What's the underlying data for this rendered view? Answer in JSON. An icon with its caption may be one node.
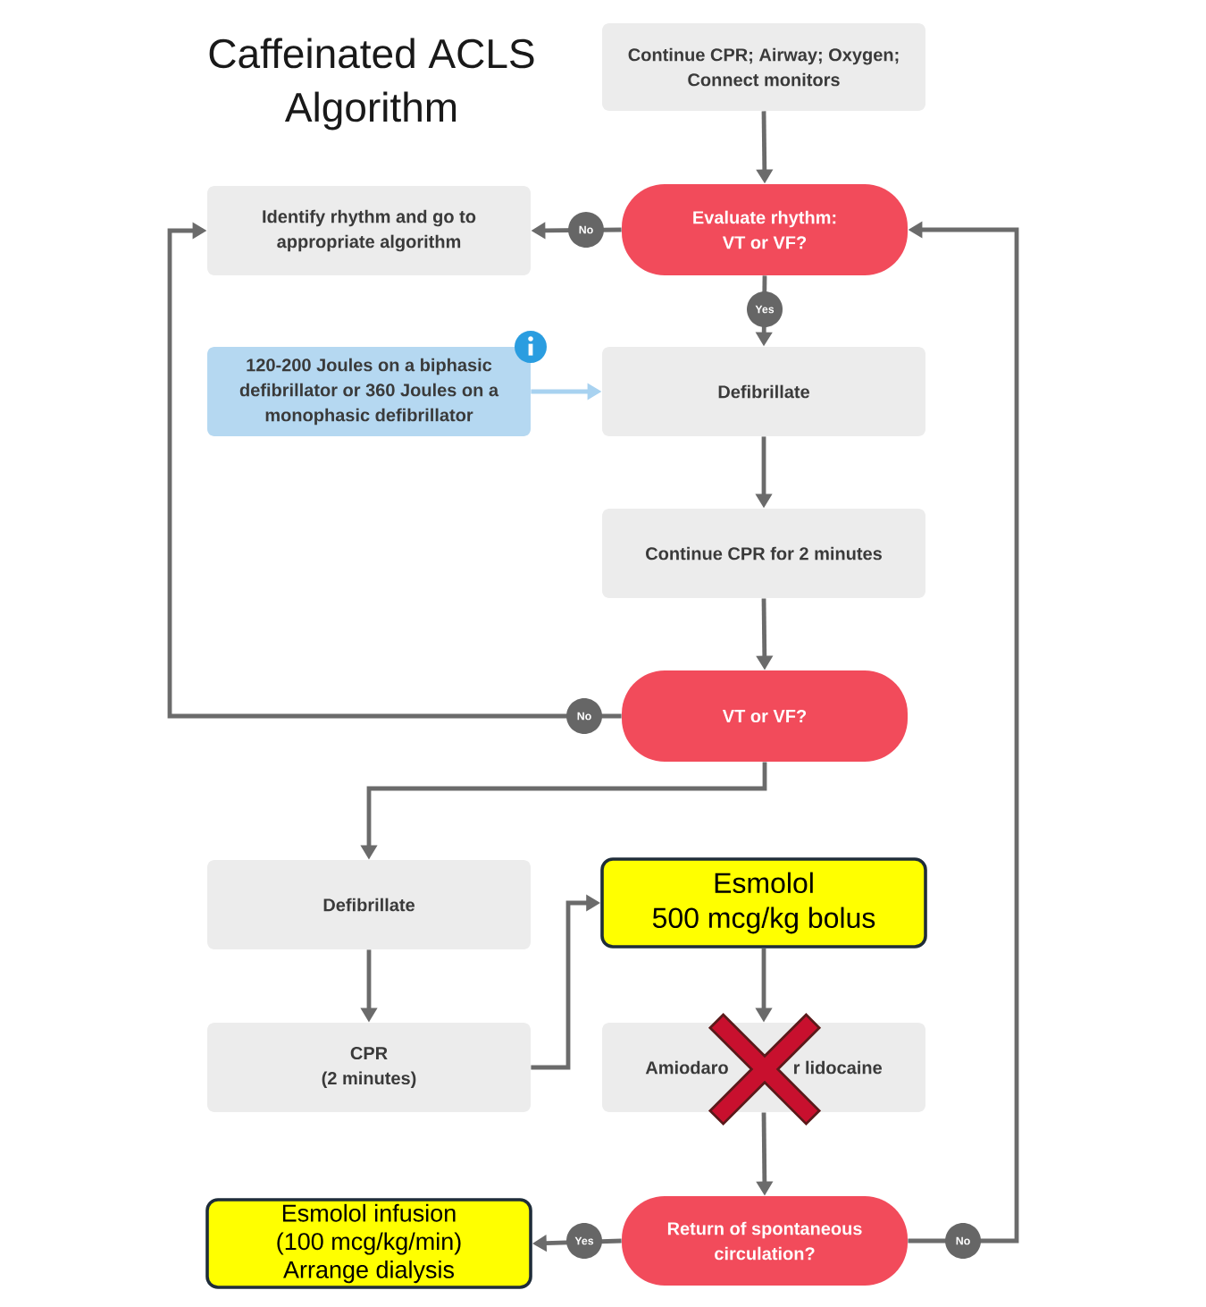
{
  "diagram": {
    "title": "Caffeinated ACLS Algorithm",
    "nodes": [
      {
        "text": [
          "Continue CPR; Airway; Oxygen; Connect monitors"
        ]
      },
      {
        "text": [
          "Identify rhythm and go to appropriate algorithm"
        ]
      },
      {
        "text": [
          "Evaluate rhythm: VT or VF?"
        ]
      },
      {
        "text": [
          "120-200 Joules on a biphasic defibrillator or 360 Joules on a monophasic defibrillator"
        ]
      },
      {
        "text": [
          "Defibrillate"
        ]
      },
      {
        "text": [
          "Continue CPR for 2 minutes"
        ]
      },
      {
        "text": [
          "VT or VF?"
        ]
      },
      {
        "text": [
          "Defibrillate"
        ]
      },
      {
        "text": [
          "Esmolol",
          "500 mcg/kg bolus"
        ]
      },
      {
        "text": [
          "CPR",
          "(2 minutes)"
        ]
      },
      {
        "text": [
          "Amiodaro",
          "r lidocaine"
        ]
      },
      {
        "text": [
          "Esmolol infusion (100 mcg/kg/min) Arrange dialysis"
        ]
      },
      {
        "text": [
          "Return of spontaneous circulation?"
        ]
      }
    ],
    "edges": [
      {
        "from": 0,
        "to": 2,
        "arrow": "to"
      },
      {
        "from": 2,
        "to": 1,
        "arrow": "to",
        "label": "No"
      },
      {
        "from": 2,
        "to": 4,
        "arrow": "to",
        "label": "Yes"
      },
      {
        "from": 3,
        "to": 4,
        "arrow": "to",
        "color": "#a8d2f0"
      },
      {
        "from": 4,
        "to": 5,
        "arrow": "to"
      },
      {
        "from": 5,
        "to": 6,
        "arrow": "to"
      },
      {
        "from": 6,
        "to": 1,
        "arrow": "to",
        "label": "No"
      },
      {
        "from": 6,
        "to": 7,
        "arrow": "to"
      },
      {
        "from": 7,
        "to": 9,
        "arrow": "to"
      },
      {
        "from": 9,
        "to": 8,
        "arrow": "to"
      },
      {
        "from": 8,
        "to": 10,
        "arrow": "to"
      },
      {
        "from": 10,
        "to": 12,
        "arrow": "to"
      },
      {
        "from": 12,
        "to": 11,
        "arrow": "to",
        "label": "Yes"
      },
      {
        "from": 12,
        "to": 2,
        "arrow": "to",
        "label": "No"
      }
    ]
  }
}
